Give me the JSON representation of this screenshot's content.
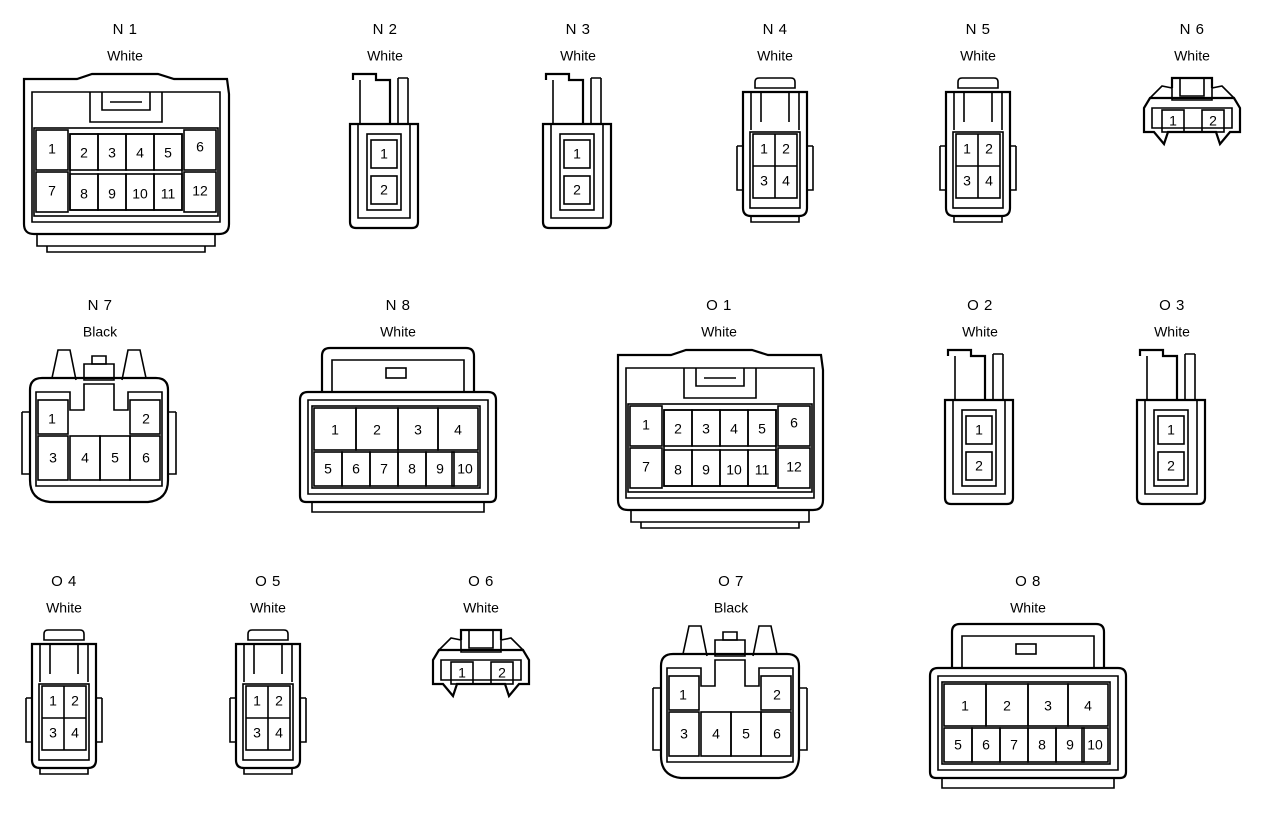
{
  "connectors": [
    {
      "id": "N 1",
      "color": "White",
      "type": "p12w"
    },
    {
      "id": "N 2",
      "color": "White",
      "type": "p2v"
    },
    {
      "id": "N 3",
      "color": "White",
      "type": "p2v"
    },
    {
      "id": "N 4",
      "color": "White",
      "type": "p4"
    },
    {
      "id": "N 5",
      "color": "White",
      "type": "p4"
    },
    {
      "id": "N 6",
      "color": "White",
      "type": "p2h"
    },
    {
      "id": "N 7",
      "color": "Black",
      "type": "p6"
    },
    {
      "id": "N 8",
      "color": "White",
      "type": "p10"
    },
    {
      "id": "O 1",
      "color": "White",
      "type": "p12w"
    },
    {
      "id": "O 2",
      "color": "White",
      "type": "p2v"
    },
    {
      "id": "O 3",
      "color": "White",
      "type": "p2v"
    },
    {
      "id": "O 4",
      "color": "White",
      "type": "p4"
    },
    {
      "id": "O 5",
      "color": "White",
      "type": "p4"
    },
    {
      "id": "O 6",
      "color": "White",
      "type": "p2h"
    },
    {
      "id": "O 7",
      "color": "Black",
      "type": "p6"
    },
    {
      "id": "O 8",
      "color": "White",
      "type": "p10"
    }
  ],
  "pin_labels": {
    "p12w": [
      "1",
      "2",
      "3",
      "4",
      "5",
      "6",
      "7",
      "8",
      "9",
      "10",
      "11",
      "12"
    ],
    "p2v": [
      "1",
      "2"
    ],
    "p2h": [
      "1",
      "2"
    ],
    "p4": [
      "1",
      "2",
      "3",
      "4"
    ],
    "p6": [
      "1",
      "2",
      "3",
      "4",
      "5",
      "6"
    ],
    "p10": [
      "1",
      "2",
      "3",
      "4",
      "5",
      "6",
      "7",
      "8",
      "9",
      "10"
    ]
  }
}
